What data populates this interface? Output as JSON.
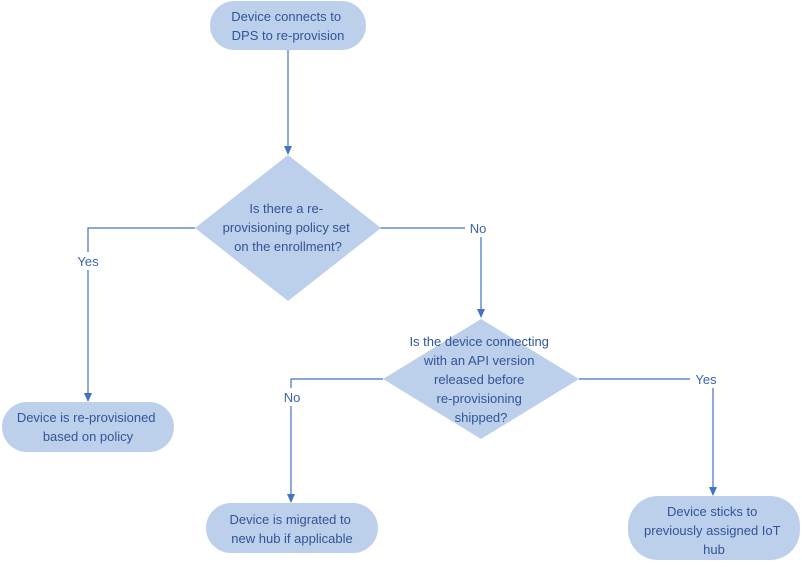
{
  "colors": {
    "node_fill": "#bdd0eb",
    "node_text": "#2f5597",
    "edge": "#4472c4",
    "edge_label": "#3a63ad"
  },
  "nodes": {
    "start": {
      "lines": [
        "Device connects to",
        "DPS to re-provision"
      ]
    },
    "decision_policy": {
      "lines": [
        "Is there a re-",
        "provisioning policy set",
        "on the enrollment?"
      ]
    },
    "reprovisioned": {
      "lines": [
        "Device is re-provisioned",
        "based on policy"
      ]
    },
    "decision_api": {
      "lines": [
        "Is the device connecting",
        "with an API version",
        "released before",
        "re-provisioning",
        "shipped?"
      ]
    },
    "migrated": {
      "lines": [
        "Device is migrated to",
        "new hub if applicable"
      ]
    },
    "sticks": {
      "lines": [
        "Device sticks to",
        "previously assigned IoT",
        "hub"
      ]
    }
  },
  "edge_labels": {
    "policy_yes": "Yes",
    "policy_no": "No",
    "api_no": "No",
    "api_yes": "Yes"
  }
}
